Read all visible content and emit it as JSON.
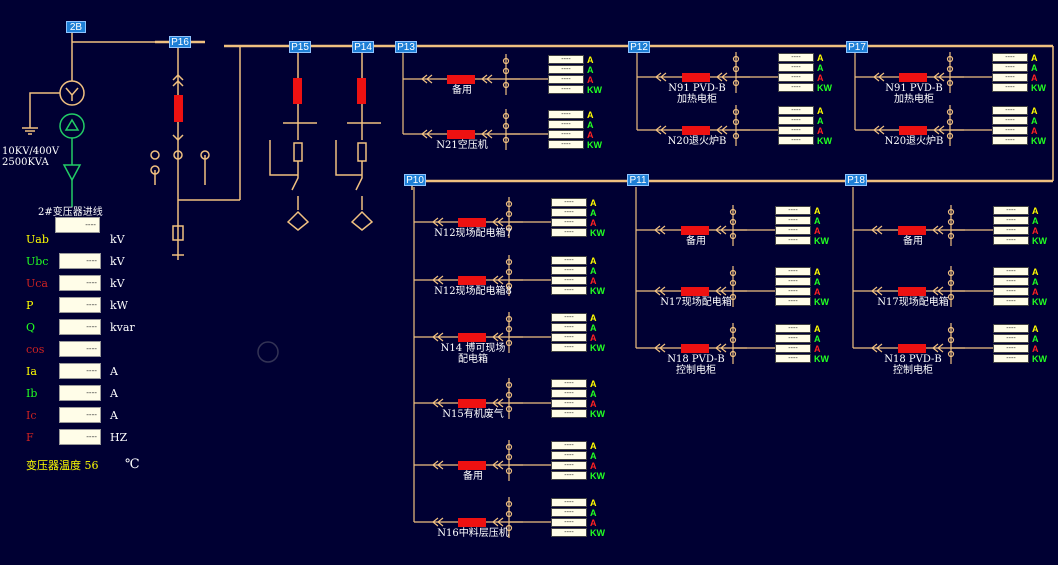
{
  "colors": {
    "background": "#000033",
    "bus": "#f0c080",
    "breaker": "#ee1111",
    "tag": "#1e7fd6",
    "yellow": "#ffff00",
    "green": "#22ff22",
    "red": "#ff2222"
  },
  "tags": {
    "b2": "2B",
    "p16": "P16",
    "p15": "P15",
    "p14": "P14",
    "p13": "P13",
    "p12": "P12",
    "p17": "P17",
    "p10": "P10",
    "p11": "P11",
    "p18": "P18"
  },
  "transformer": {
    "line1": "10KV/400V",
    "line2": "2500KVA"
  },
  "meter": {
    "title": "2#变压器进线",
    "title_value": "----",
    "rows": [
      {
        "label": "Uab",
        "color": "#ffff00",
        "value": "",
        "unit": "kV"
      },
      {
        "label": "Ubc",
        "color": "#22ff22",
        "value": "----",
        "unit": "kV"
      },
      {
        "label": "Uca",
        "color": "#cc2222",
        "value": "----",
        "unit": "kV"
      },
      {
        "label": "P",
        "color": "#ffff00",
        "value": "----",
        "unit": "kW"
      },
      {
        "label": "Q",
        "color": "#22ff22",
        "value": "----",
        "unit": "kvar"
      },
      {
        "label": "cos",
        "color": "#cc2222",
        "value": "----",
        "unit": ""
      },
      {
        "label": "Ia",
        "color": "#ffff00",
        "value": "----",
        "unit": "A"
      },
      {
        "label": "Ib",
        "color": "#22ff22",
        "value": "----",
        "unit": "A"
      },
      {
        "label": "Ic",
        "color": "#cc2222",
        "value": "----",
        "unit": "A"
      },
      {
        "label": "F",
        "color": "#cc2222",
        "value": "----",
        "unit": "HZ"
      }
    ],
    "temp_label": "变压器温度",
    "temp_value": "56",
    "temp_unit": "℃"
  },
  "units": [
    "A",
    "A",
    "A",
    "KW"
  ],
  "feeders": [
    {
      "label": "备用",
      "values": [
        "----",
        "----",
        "----",
        "----"
      ]
    },
    {
      "label": "N21空压机",
      "values": [
        "----",
        "----",
        "----",
        "----"
      ]
    },
    {
      "label": "N91 PVD-B\n加热电柜",
      "values": [
        "----",
        "----",
        "----",
        "----"
      ]
    },
    {
      "label": "N20退火炉B",
      "values": [
        "----",
        "----",
        "----",
        "----"
      ]
    },
    {
      "label": "N91 PVD-B\n加热电柜",
      "values": [
        "----",
        "----",
        "----",
        "----"
      ]
    },
    {
      "label": "N20退火炉B",
      "values": [
        "----",
        "----",
        "----",
        "----"
      ]
    },
    {
      "label": "N12现场配电箱7",
      "values": [
        "----",
        "----",
        "----",
        "----"
      ]
    },
    {
      "label": "N12现场配电箱8",
      "values": [
        "----",
        "----",
        "----",
        "----"
      ]
    },
    {
      "label": "N14 博可现场\n配电箱",
      "values": [
        "----",
        "----",
        "----",
        "----"
      ]
    },
    {
      "label": "N15有机废气",
      "values": [
        "----",
        "----",
        "----",
        "----"
      ]
    },
    {
      "label": "备用",
      "values": [
        "----",
        "----",
        "----",
        "----"
      ]
    },
    {
      "label": "N16中料层压机",
      "values": [
        "----",
        "----",
        "----",
        "----"
      ]
    },
    {
      "label": "备用",
      "values": [
        "----",
        "----",
        "----",
        "----"
      ]
    },
    {
      "label": "N17现场配电箱",
      "values": [
        "----",
        "----",
        "----",
        "----"
      ]
    },
    {
      "label": "N18 PVD-B\n控制电柜",
      "values": [
        "----",
        "----",
        "----",
        "----"
      ]
    },
    {
      "label": "备用",
      "values": [
        "----",
        "----",
        "----",
        "----"
      ]
    },
    {
      "label": "N17现场配电箱",
      "values": [
        "----",
        "----",
        "----",
        "----"
      ]
    },
    {
      "label": "N18 PVD-B\n控制电柜",
      "values": [
        "----",
        "----",
        "----",
        "----"
      ]
    }
  ]
}
